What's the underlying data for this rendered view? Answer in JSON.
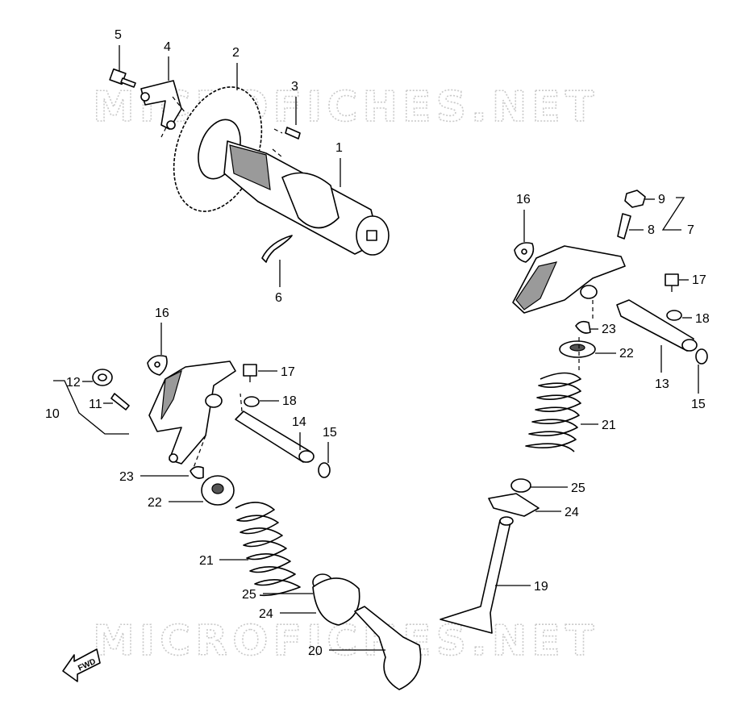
{
  "watermark": "MICROFICHES.NET",
  "fwd_label": "FWD",
  "callouts": [
    "1",
    "2",
    "3",
    "4",
    "5",
    "6",
    "7",
    "8",
    "9",
    "10",
    "11",
    "12",
    "13",
    "14",
    "15",
    "16",
    "17",
    "18",
    "19",
    "20",
    "21",
    "22",
    "23",
    "24",
    "25"
  ],
  "left_group": {
    "c16": "16",
    "c17": "17",
    "c18": "18",
    "c14": "14",
    "c15": "15",
    "c12": "12",
    "c11": "11",
    "c10": "10",
    "c23": "23",
    "c22": "22",
    "c21": "21",
    "c25": "25",
    "c24": "24",
    "c20": "20"
  },
  "right_group": {
    "c16": "16",
    "c9": "9",
    "c8": "8",
    "c7": "7",
    "c17": "17",
    "c18": "18",
    "c23": "23",
    "c22": "22",
    "c13": "13",
    "c15": "15",
    "c21": "21",
    "c25": "25",
    "c24": "24",
    "c19": "19"
  },
  "top_group": {
    "c5": "5",
    "c4": "4",
    "c2": "2",
    "c3": "3",
    "c1": "1",
    "c6": "6"
  }
}
